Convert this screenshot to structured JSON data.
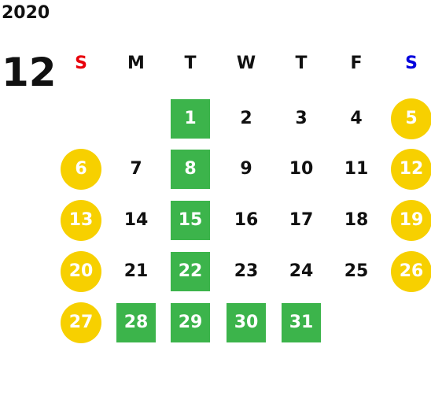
{
  "year": "2020",
  "month": "12",
  "colors": {
    "sunday_header": "#e8000b",
    "saturday_header": "#0000dd",
    "holiday_circle": "#f7d000",
    "highlight_square": "#3cb44b",
    "default_text": "#111111"
  },
  "weekdays": [
    "S",
    "M",
    "T",
    "W",
    "T",
    "F",
    "S"
  ],
  "weeks": [
    [
      {
        "day": "",
        "style": "none"
      },
      {
        "day": "",
        "style": "none"
      },
      {
        "day": "1",
        "style": "highlight"
      },
      {
        "day": "2",
        "style": "plain"
      },
      {
        "day": "3",
        "style": "plain"
      },
      {
        "day": "4",
        "style": "plain"
      },
      {
        "day": "5",
        "style": "holiday"
      }
    ],
    [
      {
        "day": "6",
        "style": "holiday"
      },
      {
        "day": "7",
        "style": "plain"
      },
      {
        "day": "8",
        "style": "highlight"
      },
      {
        "day": "9",
        "style": "plain"
      },
      {
        "day": "10",
        "style": "plain"
      },
      {
        "day": "11",
        "style": "plain"
      },
      {
        "day": "12",
        "style": "holiday"
      }
    ],
    [
      {
        "day": "13",
        "style": "holiday"
      },
      {
        "day": "14",
        "style": "plain"
      },
      {
        "day": "15",
        "style": "highlight"
      },
      {
        "day": "16",
        "style": "plain"
      },
      {
        "day": "17",
        "style": "plain"
      },
      {
        "day": "18",
        "style": "plain"
      },
      {
        "day": "19",
        "style": "holiday"
      }
    ],
    [
      {
        "day": "20",
        "style": "holiday"
      },
      {
        "day": "21",
        "style": "plain"
      },
      {
        "day": "22",
        "style": "highlight"
      },
      {
        "day": "23",
        "style": "plain"
      },
      {
        "day": "24",
        "style": "plain"
      },
      {
        "day": "25",
        "style": "plain"
      },
      {
        "day": "26",
        "style": "holiday"
      }
    ],
    [
      {
        "day": "27",
        "style": "holiday"
      },
      {
        "day": "28",
        "style": "highlight"
      },
      {
        "day": "29",
        "style": "highlight"
      },
      {
        "day": "30",
        "style": "highlight"
      },
      {
        "day": "31",
        "style": "highlight"
      },
      {
        "day": "",
        "style": "none"
      },
      {
        "day": "",
        "style": "none"
      }
    ]
  ]
}
